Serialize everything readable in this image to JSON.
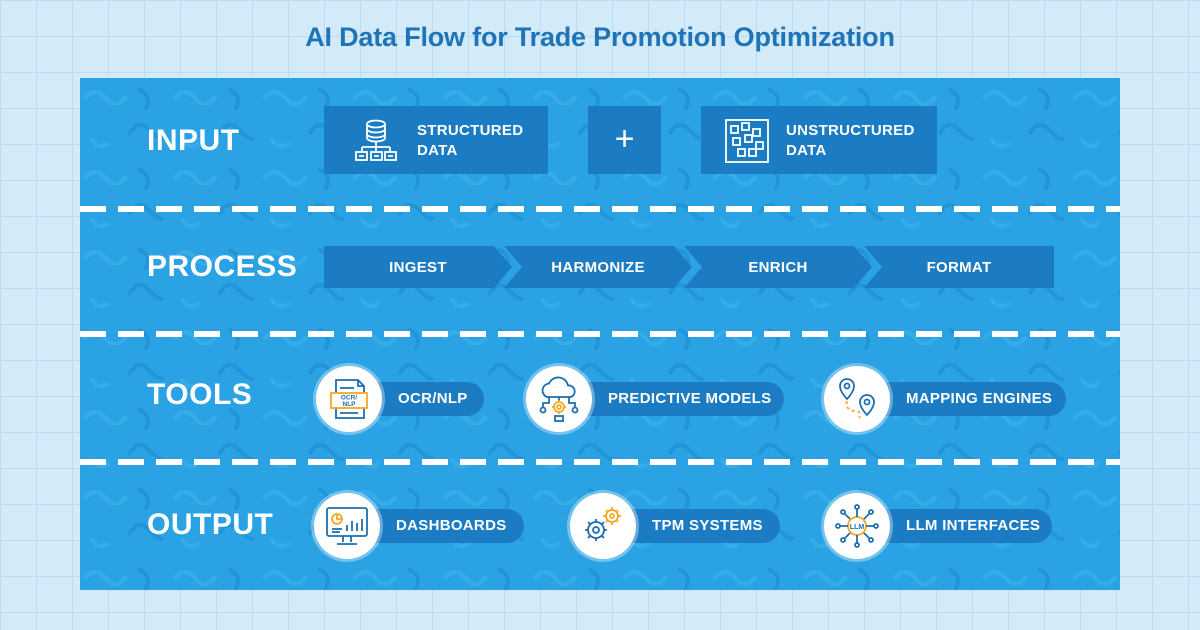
{
  "title": "AI Data Flow for Trade Promotion Optimization",
  "colors": {
    "background": "#d3ebf9",
    "panel": "#2aa2e3",
    "box": "#1b7cc3",
    "title": "#1f73b7",
    "icon_accent": "#f7a823"
  },
  "rows": {
    "input": {
      "label": "INPUT",
      "structured": {
        "line1": "STRUCTURED",
        "line2": "DATA",
        "icon": "database-icon"
      },
      "plus": "+",
      "unstructured": {
        "line1": "UNSTRUCTURED",
        "line2": "DATA",
        "icon": "scattered-blocks-icon"
      }
    },
    "process": {
      "label": "PROCESS",
      "steps": [
        "INGEST",
        "HARMONIZE",
        "ENRICH",
        "FORMAT"
      ]
    },
    "tools": {
      "label": "TOOLS",
      "items": [
        {
          "label": "OCR/NLP",
          "icon": "ocr-document-icon",
          "icon_text": "OCR/\nNLP"
        },
        {
          "label": "PREDICTIVE MODELS",
          "icon": "cloud-gear-icon"
        },
        {
          "label": "MAPPING ENGINES",
          "icon": "map-pins-icon"
        }
      ]
    },
    "output": {
      "label": "OUTPUT",
      "items": [
        {
          "label": "DASHBOARDS",
          "icon": "monitor-chart-icon"
        },
        {
          "label": "TPM SYSTEMS",
          "icon": "gears-icon"
        },
        {
          "label": "LLM INTERFACES",
          "icon": "llm-circuit-icon",
          "icon_text": "LLM"
        }
      ]
    }
  }
}
